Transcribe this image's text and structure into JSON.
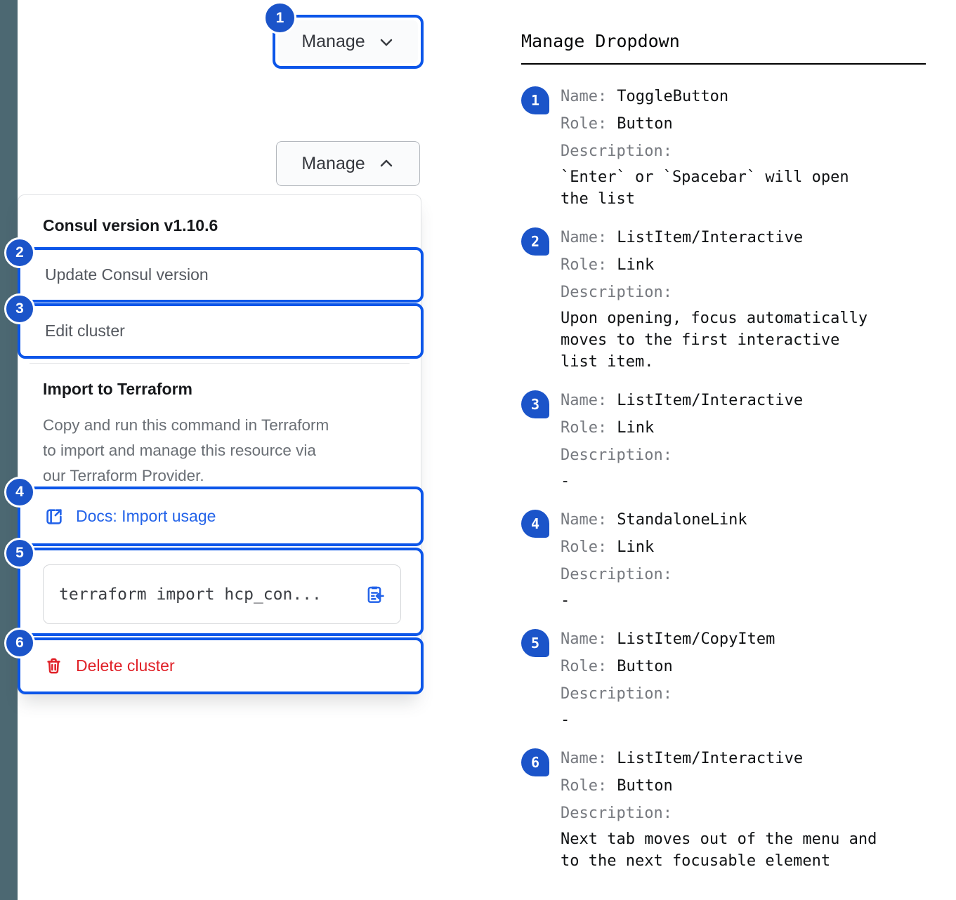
{
  "colors": {
    "badge_blue": "#1B54C9",
    "focus_ring_blue": "#0C56E9",
    "link_blue": "#2363E9",
    "danger_red": "#E02128",
    "sidebar_slate": "#4C6872"
  },
  "demo": {
    "toggle": {
      "label": "Manage"
    },
    "menu": {
      "version_header": "Consul version v1.10.6",
      "update_item": "Update Consul version",
      "edit_item": "Edit cluster",
      "import_header": "Import to Terraform",
      "import_description": "Copy and run this command in Terraform\nto import and manage this resource via\nour Terraform Provider.",
      "docs_link_label": "Docs: Import usage",
      "code_snippet": "terraform import hcp_con...",
      "delete_label": "Delete cluster"
    }
  },
  "spec": {
    "title": "Manage Dropdown",
    "labels": {
      "name": "Name:",
      "role": "Role:",
      "description": "Description:"
    },
    "entries": [
      {
        "num": "1",
        "name": "ToggleButton",
        "role": "Button",
        "description": "`Enter` or `Spacebar` will open\nthe list"
      },
      {
        "num": "2",
        "name": "ListItem/Interactive",
        "role": "Link",
        "description": "Upon opening, focus automatically\nmoves to the first interactive\nlist item."
      },
      {
        "num": "3",
        "name": "ListItem/Interactive",
        "role": "Link",
        "description": "-"
      },
      {
        "num": "4",
        "name": "StandaloneLink",
        "role": "Link",
        "description": "-"
      },
      {
        "num": "5",
        "name": "ListItem/CopyItem",
        "role": "Button",
        "description": "-"
      },
      {
        "num": "6",
        "name": "ListItem/Interactive",
        "role": "Button",
        "description": "Next tab moves out of the menu and\nto the next focusable element"
      }
    ]
  }
}
